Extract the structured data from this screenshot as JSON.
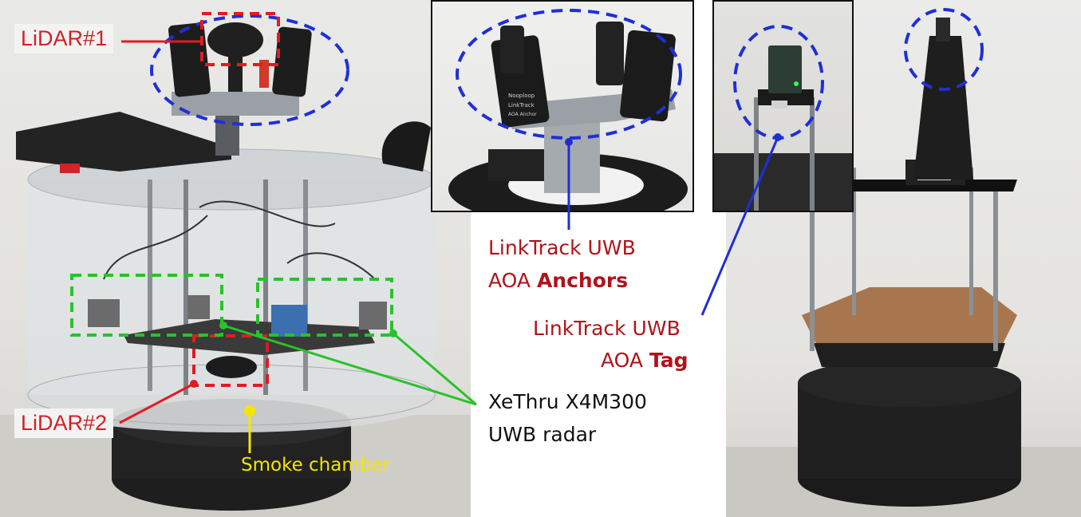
{
  "labels": {
    "lidar1": "LiDAR#1",
    "lidar2": "LiDAR#2",
    "anchors_line1": "LinkTrack UWB",
    "anchors_line2_prefix": "AOA ",
    "anchors_line2_bold": "Anchors",
    "tag_line1": "LinkTrack UWB",
    "tag_line2_prefix": "AOA ",
    "tag_line2_bold": "Tag",
    "radar_line1": "XeThru X4M300",
    "radar_line2": "UWB radar",
    "smoke": "Smoke chamber"
  },
  "device_text": {
    "brand": "Nooploop",
    "module": "LinkTrack",
    "anchor": "AOA Anchor"
  },
  "colors": {
    "red": "#e11b22",
    "blue": "#1f2fd6",
    "green": "#28c22a",
    "yellow": "#f2e600",
    "dark_red": "#b0121b"
  }
}
